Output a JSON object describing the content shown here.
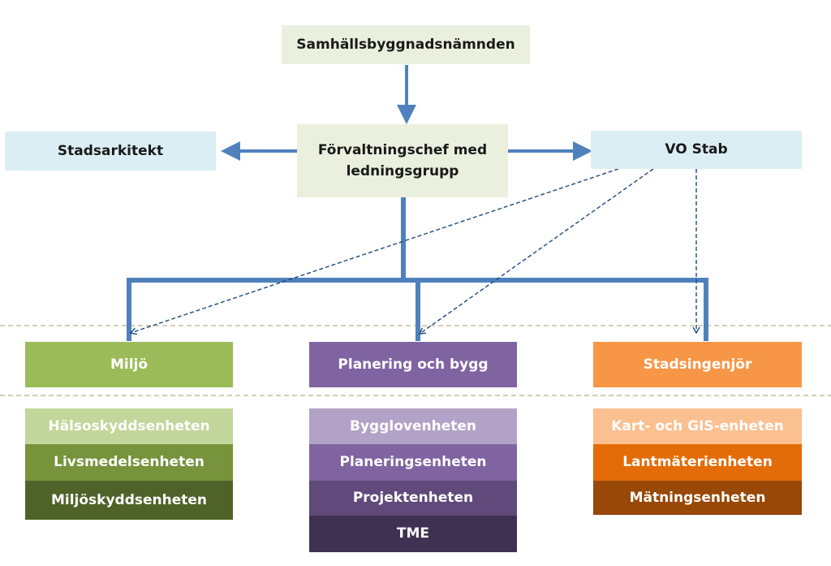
{
  "top": {
    "label": "Samhällsbyggnadsnämnden"
  },
  "chief": {
    "label": "Förvaltningschef med\nledningsgrupp"
  },
  "left": {
    "label": "Stadsarkitekt"
  },
  "right": {
    "label": "VO Stab"
  },
  "divisions": [
    {
      "label": "Miljö",
      "units": [
        "Hälsoskyddsenheten",
        "Livsmedelsenheten",
        "Miljöskyddsenheten"
      ]
    },
    {
      "label": "Planering och bygg",
      "units": [
        "Bygglovenheten",
        "Planeringsenheten",
        "Projektenheten",
        "TME"
      ]
    },
    {
      "label": "Stadsingenjör",
      "units": [
        "Kart- och GIS-enheten",
        "Lantmäterienheten",
        "Mätningsenheten"
      ]
    }
  ],
  "colors": {
    "top_box": "#ebf0de",
    "side_box": "#dbeef3",
    "line_blue": "#4f81bd",
    "dashed_blue": "#1f497d",
    "separator": "#c4bd97",
    "green": [
      "#9bbb59",
      "#c3d69b",
      "#77933c",
      "#4f6228"
    ],
    "purple": [
      "#8064a2",
      "#b3a2c7",
      "#8064a2",
      "#604a7b",
      "#3f3151"
    ],
    "orange": [
      "#f79646",
      "#fac090",
      "#e36c09",
      "#984807"
    ]
  }
}
